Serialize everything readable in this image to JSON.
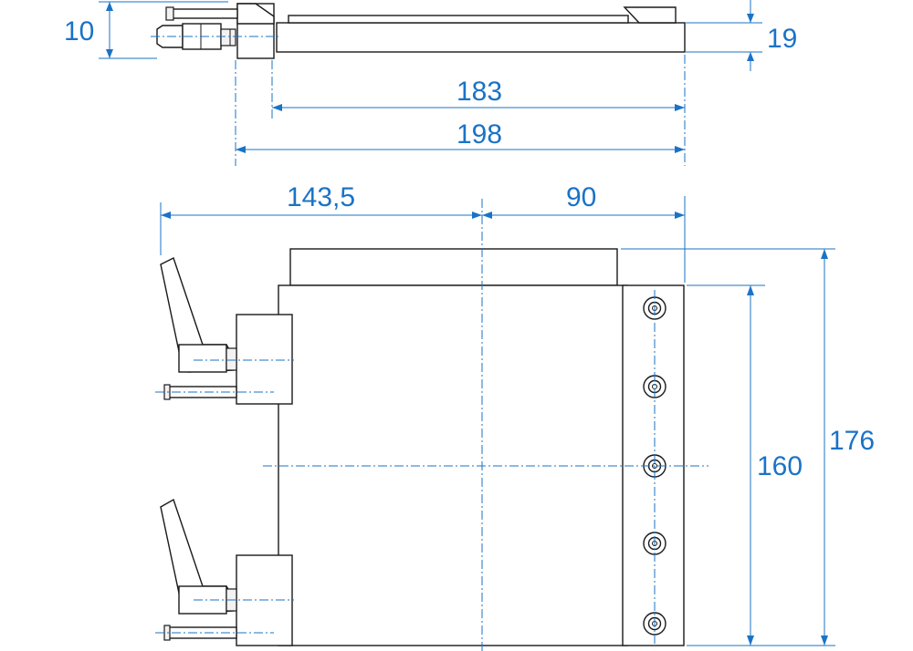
{
  "dimensions": {
    "side_thickness": "10",
    "side_height": "19",
    "side_inner_length": "183",
    "side_total_length": "198",
    "top_left_offset": "143,5",
    "top_right_offset": "90",
    "top_inner_height": "160",
    "top_total_height": "176"
  },
  "colors": {
    "dimension": "#1a73c6",
    "outline": "#1a1a1a"
  }
}
